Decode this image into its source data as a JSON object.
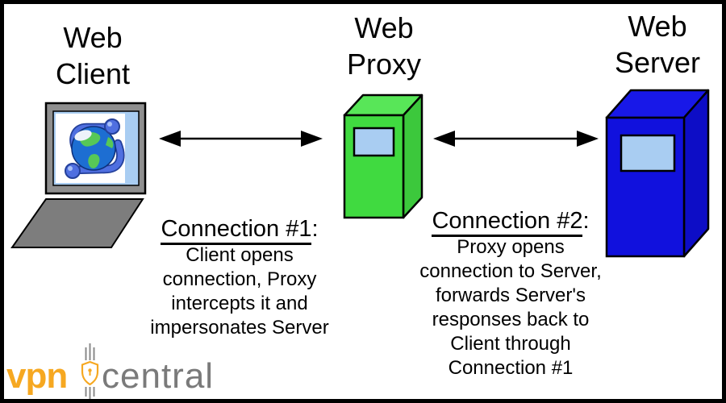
{
  "canvas": {
    "background": "#ffffff",
    "border_color": "#000000"
  },
  "nodes": {
    "client": {
      "title": "Web\nClient",
      "icon": "laptop-globe-browser-icon"
    },
    "proxy": {
      "title": "Web\nProxy",
      "icon": "green-server-tower-icon"
    },
    "server": {
      "title": "Web\nServer",
      "icon": "blue-server-tower-icon"
    }
  },
  "arrows": [
    {
      "name": "client-proxy-arrow",
      "type": "double-headed"
    },
    {
      "name": "proxy-server-arrow",
      "type": "double-headed"
    }
  ],
  "annotations": {
    "connection1": {
      "heading": "Connection #1",
      "suffix": ":",
      "body": "Client opens\nconnection, Proxy\nintercepts it and\nimpersonates Server"
    },
    "connection2": {
      "heading": "Connection #2",
      "suffix": ":",
      "body": "Proxy opens\nconnection to Server,\nforwards Server's\nresponses back to\nClient through\nConnection #1"
    }
  },
  "logo": {
    "word1": "vpn",
    "word2": "central",
    "icon": "shield-lock-emblem-icon",
    "word1_color": "#f6a821",
    "word2_color": "#7a7a7a"
  },
  "colors": {
    "proxy_front": "#40da40",
    "proxy_top": "#58e658",
    "proxy_side": "#3cc83c",
    "server_front": "#1111dd",
    "server_top": "#1818e8",
    "server_side": "#0d0dc6",
    "panel_blue": "#a9cdf2",
    "screen_blue": "#a9cdf2",
    "monitor_gray": "#8f8f8f",
    "keyboard_gray": "#7d7d7d",
    "globe_blue": "#1d6ed2",
    "tube_blue": "#4f6fe0",
    "tube_dark": "#24409a",
    "continent_green": "#57c857",
    "logo_line_gray": "#8a8a8a",
    "arrow_black": "#000000"
  }
}
